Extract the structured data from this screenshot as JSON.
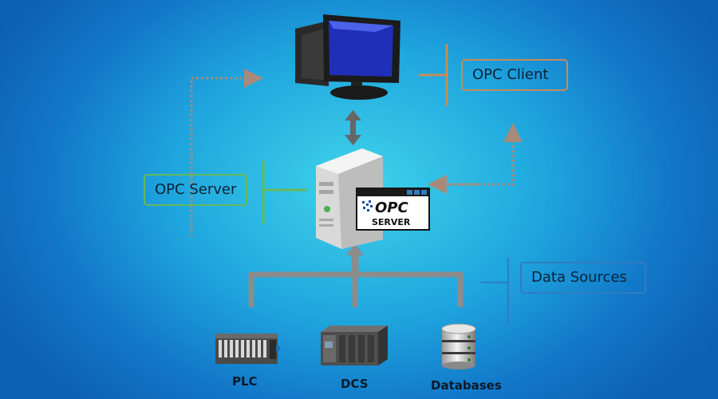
{
  "labels": {
    "opc_client": "OPC Client",
    "opc_server": "OPC Server",
    "data_sources": "Data Sources"
  },
  "opc_server_badge": {
    "logo_text": "OPC",
    "caption": "SERVER"
  },
  "devices": {
    "plc": "PLC",
    "dcs": "DCS",
    "databases": "Databases"
  },
  "colors": {
    "background_center": "#3fd3ea",
    "background_edge": "#0d5fb3",
    "client_bracket": "#c88a5a",
    "server_bracket": "#67b85c",
    "data_sources_bracket": "#2f7dbf",
    "connector_gray": "#8c8c8c",
    "dotted_arrow": "#a88a7a"
  }
}
